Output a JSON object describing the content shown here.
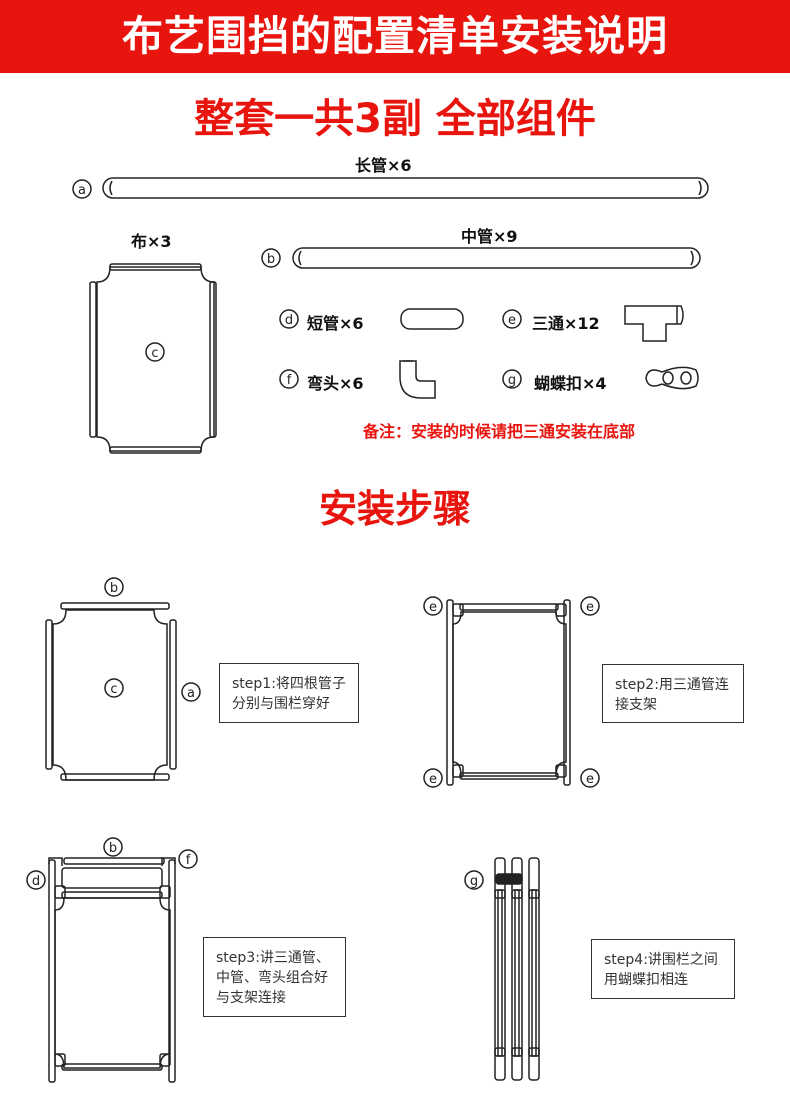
{
  "header": {
    "title": "布艺围挡的配置清单安装说明",
    "subtitle": "整套一共3副  全部组件",
    "accent_color": "#e8150f"
  },
  "parts": {
    "a": {
      "letter": "a",
      "label": "长管×6"
    },
    "b": {
      "letter": "b",
      "label": "中管×9"
    },
    "c": {
      "letter": "c",
      "label": "布×3"
    },
    "d": {
      "letter": "d",
      "label": "短管×6"
    },
    "e": {
      "letter": "e",
      "label": "三通×12"
    },
    "f": {
      "letter": "f",
      "label": "弯头×6"
    },
    "g": {
      "letter": "g",
      "label": "蝴蝶扣×4"
    }
  },
  "note": "备注：安装的时候请把三通安装在底部",
  "steps_title": "安装步骤",
  "steps": [
    {
      "text": "step1:将四根管子\n分别与围栏穿好"
    },
    {
      "text": "step2:用三通管连\n接支架"
    },
    {
      "text": "step3:讲三通管、\n中管、弯头组合好\n与支架连接"
    },
    {
      "text": "step4:讲围栏之间\n用蝴蝶扣相连"
    }
  ]
}
